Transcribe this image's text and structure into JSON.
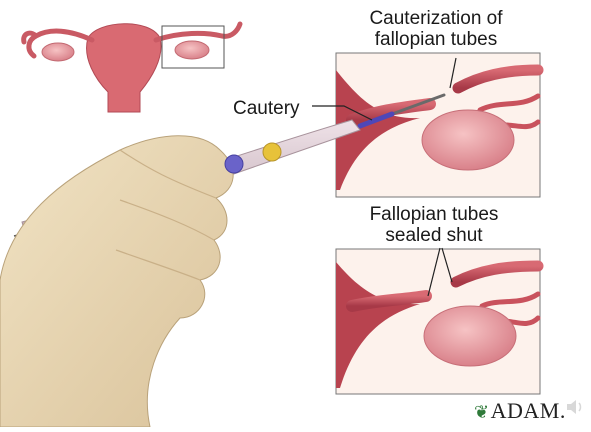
{
  "labels": {
    "cauterization_line1": "Cauterization of",
    "cauterization_line2": "fallopian tubes",
    "cautery": "Cautery",
    "sealed_line1": "Fallopian tubes",
    "sealed_line2": "sealed shut"
  },
  "logo": {
    "text": "ADAM.",
    "icon": "adam-leaf-icon"
  },
  "icons": {
    "speaker": "speaker-icon"
  },
  "colors": {
    "tissue": "#c8505a",
    "tissue_light": "#e79aa0",
    "ovary": "#e8a3a6",
    "skin": "#ead9b6",
    "pen": "#d9c7cf",
    "blue_button": "#6a63c9",
    "yellow_button": "#e7c23a"
  }
}
